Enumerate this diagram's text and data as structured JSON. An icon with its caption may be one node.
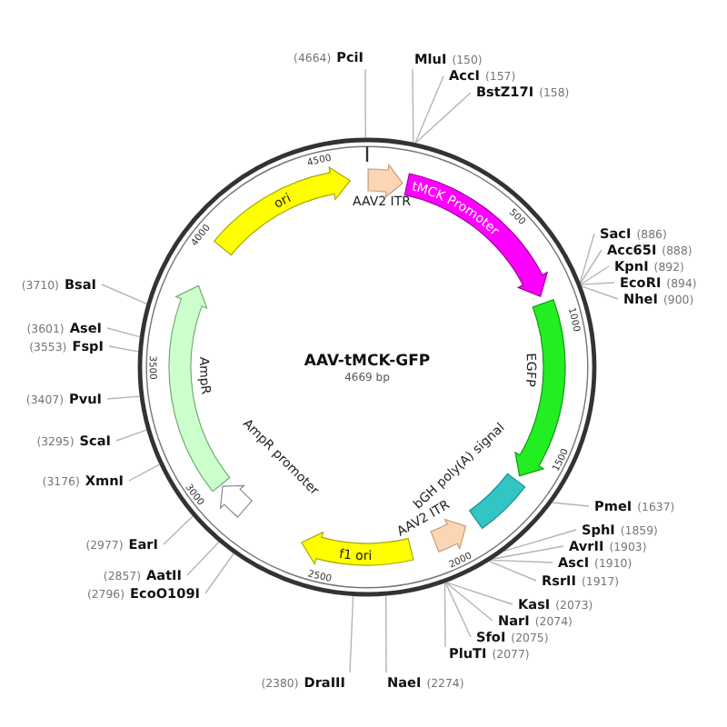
{
  "diagram": {
    "nodes": [
      {
        "text": [
          "AAV-tMCK-GFP",
          "4669 bp"
        ]
      },
      {
        "text": [
          "AAV2 ITR"
        ],
        "in": 0
      },
      {
        "text": [
          "tMCK Promoter"
        ],
        "in": 0
      },
      {
        "text": [
          "EGFP"
        ],
        "in": 0
      },
      {
        "text": [
          "bGH poly(A) signal"
        ],
        "in": 0
      },
      {
        "text": [
          "AAV2 ITR"
        ],
        "in": 0
      },
      {
        "text": [
          "f1 ori"
        ],
        "in": 0
      },
      {
        "text": [
          "AmpR promoter"
        ],
        "in": 0
      },
      {
        "text": [
          "AmpR"
        ],
        "in": 0
      },
      {
        "text": [
          "ori"
        ],
        "in": 0
      },
      {
        "text": [
          "PciI"
        ],
        "beside": [
          "(4664)"
        ]
      },
      {
        "text": [
          "MluI"
        ],
        "beside": [
          "(150)"
        ]
      },
      {
        "text": [
          "AccI"
        ],
        "beside": [
          "(157)"
        ]
      },
      {
        "text": [
          "BstZ17I"
        ],
        "beside": [
          "(158)"
        ]
      },
      {
        "text": [
          "SacI"
        ],
        "beside": [
          "(886)"
        ]
      },
      {
        "text": [
          "Acc65I"
        ],
        "beside": [
          "(888)"
        ]
      },
      {
        "text": [
          "KpnI"
        ],
        "beside": [
          "(892)"
        ]
      },
      {
        "text": [
          "EcoRI"
        ],
        "beside": [
          "(894)"
        ]
      },
      {
        "text": [
          "NheI"
        ],
        "beside": [
          "(900)"
        ]
      },
      {
        "text": [
          "PmeI"
        ],
        "beside": [
          "(1637)"
        ]
      },
      {
        "text": [
          "SphI"
        ],
        "beside": [
          "(1859)"
        ]
      },
      {
        "text": [
          "AvrII"
        ],
        "beside": [
          "(1903)"
        ]
      },
      {
        "text": [
          "AscI"
        ],
        "beside": [
          "(1910)"
        ]
      },
      {
        "text": [
          "RsrII"
        ],
        "beside": [
          "(1917)"
        ]
      },
      {
        "text": [
          "KasI"
        ],
        "beside": [
          "(2073)"
        ]
      },
      {
        "text": [
          "NarI"
        ],
        "beside": [
          "(2074)"
        ]
      },
      {
        "text": [
          "SfoI"
        ],
        "beside": [
          "(2075)"
        ]
      },
      {
        "text": [
          "PluTI"
        ],
        "beside": [
          "(2077)"
        ]
      },
      {
        "text": [
          "NaeI"
        ],
        "beside": [
          "(2274)"
        ]
      },
      {
        "text": [
          "DraIII"
        ],
        "beside": [
          "(2380)"
        ]
      },
      {
        "text": [
          "EcoO109I"
        ],
        "beside": [
          "(2796)"
        ]
      },
      {
        "text": [
          "AatII"
        ],
        "beside": [
          "(2857)"
        ]
      },
      {
        "text": [
          "EarI"
        ],
        "beside": [
          "(2977)"
        ]
      },
      {
        "text": [
          "XmnI"
        ],
        "beside": [
          "(3176)"
        ]
      },
      {
        "text": [
          "ScaI"
        ],
        "beside": [
          "(3295)"
        ]
      },
      {
        "text": [
          "PvuI"
        ],
        "beside": [
          "(3407)"
        ]
      },
      {
        "text": [
          "FspI"
        ],
        "beside": [
          "(3553)"
        ]
      },
      {
        "text": [
          "AseI"
        ],
        "beside": [
          "(3601)"
        ]
      },
      {
        "text": [
          "BsaI"
        ],
        "beside": [
          "(3710)"
        ]
      }
    ],
    "edges": [
      {
        "from": 10,
        "to": 0,
        "arrow": "none"
      },
      {
        "from": 11,
        "to": 0,
        "arrow": "none"
      },
      {
        "from": 12,
        "to": 0,
        "arrow": "none"
      },
      {
        "from": 13,
        "to": 0,
        "arrow": "none"
      },
      {
        "from": 14,
        "to": 0,
        "arrow": "none"
      },
      {
        "from": 15,
        "to": 0,
        "arrow": "none"
      },
      {
        "from": 16,
        "to": 0,
        "arrow": "none"
      },
      {
        "from": 17,
        "to": 0,
        "arrow": "none"
      },
      {
        "from": 18,
        "to": 0,
        "arrow": "none"
      },
      {
        "from": 19,
        "to": 0,
        "arrow": "none"
      },
      {
        "from": 20,
        "to": 0,
        "arrow": "none"
      },
      {
        "from": 21,
        "to": 0,
        "arrow": "none"
      },
      {
        "from": 22,
        "to": 0,
        "arrow": "none"
      },
      {
        "from": 23,
        "to": 0,
        "arrow": "none"
      },
      {
        "from": 24,
        "to": 0,
        "arrow": "none"
      },
      {
        "from": 25,
        "to": 0,
        "arrow": "none"
      },
      {
        "from": 26,
        "to": 0,
        "arrow": "none"
      },
      {
        "from": 27,
        "to": 0,
        "arrow": "none"
      },
      {
        "from": 28,
        "to": 0,
        "arrow": "none"
      },
      {
        "from": 29,
        "to": 0,
        "arrow": "none"
      },
      {
        "from": 30,
        "to": 0,
        "arrow": "none"
      },
      {
        "from": 31,
        "to": 0,
        "arrow": "none"
      },
      {
        "from": 32,
        "to": 0,
        "arrow": "none"
      },
      {
        "from": 33,
        "to": 0,
        "arrow": "none"
      },
      {
        "from": 34,
        "to": 0,
        "arrow": "none"
      },
      {
        "from": 35,
        "to": 0,
        "arrow": "none"
      },
      {
        "from": 36,
        "to": 0,
        "arrow": "none"
      },
      {
        "from": 37,
        "to": 0,
        "arrow": "none"
      },
      {
        "from": 38,
        "to": 0,
        "arrow": "none"
      }
    ],
    "labels": [
      "500",
      "1000",
      "1500",
      "2000",
      "2500",
      "3000",
      "3500",
      "4000",
      "4500"
    ]
  }
}
